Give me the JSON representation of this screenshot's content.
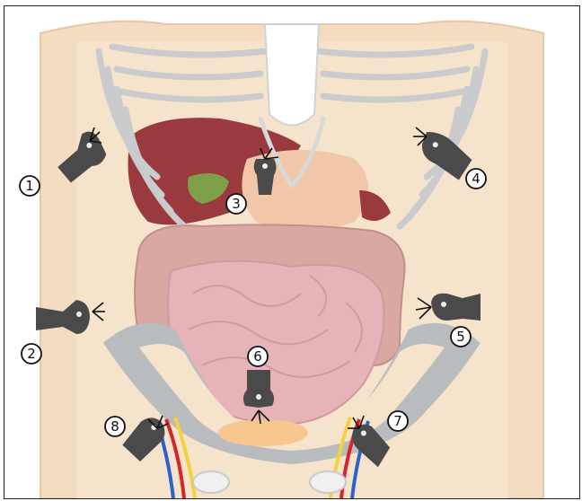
{
  "diagram": {
    "probes": [
      {
        "id": 1,
        "label": "1"
      },
      {
        "id": 2,
        "label": "2"
      },
      {
        "id": 3,
        "label": "3"
      },
      {
        "id": 4,
        "label": "4"
      },
      {
        "id": 5,
        "label": "5"
      },
      {
        "id": 6,
        "label": "6"
      },
      {
        "id": 7,
        "label": "7"
      },
      {
        "id": 8,
        "label": "8"
      }
    ],
    "colors": {
      "skin": "#f4dcc0",
      "ribs": "#c9cbcd",
      "liver": "#9a3a3e",
      "gallbladder": "#7ea048",
      "stomach": "#f2c6a8",
      "colon": "#d9a8a3",
      "small_intestine": "#e6b4b8",
      "pelvis": "#b9bcbe",
      "bladder": "#f6c68e",
      "probe": "#4a4a4a",
      "artery": "#d7262a",
      "vein": "#2b63c6",
      "nerve": "#f3d23b"
    }
  }
}
